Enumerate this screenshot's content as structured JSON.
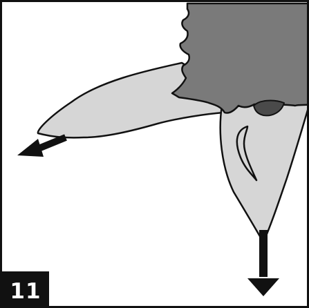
{
  "step": {
    "number": "11"
  },
  "colors": {
    "outline": "#111111",
    "dark_gray": "#7a7a7a",
    "darker_gray": "#4a4a4a",
    "light_gray": "#d6d6d6",
    "white": "#ffffff"
  },
  "icons": {
    "left_arrow": "arrow-down-left",
    "down_arrow": "arrow-down"
  }
}
